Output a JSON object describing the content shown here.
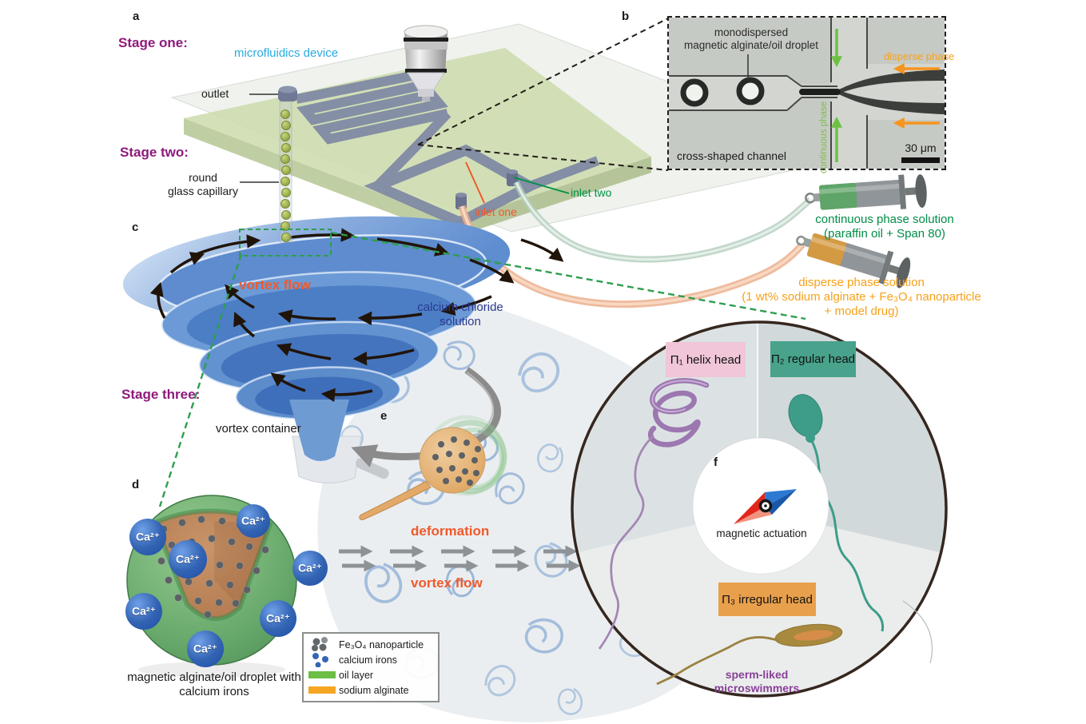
{
  "figure": {
    "panel_letters": {
      "a": "a",
      "b": "b",
      "c": "c",
      "d": "d",
      "e": "e",
      "f": "f"
    },
    "stage_one": "Stage one:",
    "stage_two": "Stage two:",
    "stage_three": "Stage three:"
  },
  "panel_a": {
    "device": "microfluidics device",
    "outlet": "outlet",
    "capillary_1": "round",
    "capillary_2": "glass capillary",
    "inlet_one": "inlet one",
    "inlet_two": "inlet two"
  },
  "panel_b": {
    "droplet_1": "monodispersed",
    "droplet_2": "magnetic alginate/oil droplet",
    "disperse_phase": "disperse phase",
    "continuous_phase": "continuous phase",
    "channel": "cross-shaped channel",
    "scale": "30 μm"
  },
  "solutions": {
    "continuous_1": "continuous phase solution",
    "continuous_2": "(paraffin oil + Span 80)",
    "disperse_1": "disperse phase solution",
    "disperse_2": "(1 wt% sodium alginate + Fe₃O₄ nanoparticle",
    "disperse_3": "+ model drug)"
  },
  "panel_c": {
    "vortex_flow": "vortex flow",
    "solution_1": "calcium chloride",
    "solution_2": "solution",
    "container": "vortex container"
  },
  "panel_d": {
    "ca_ion": "Ca²⁺",
    "caption_1": "magnetic alginate/oil droplet with",
    "caption_2": "calcium irons"
  },
  "legend": {
    "items": [
      {
        "label": "Fe₃O₄ nanoparticle"
      },
      {
        "label": "calcium irons"
      },
      {
        "label": "oil layer"
      },
      {
        "label": "sodium alginate"
      }
    ]
  },
  "panel_e": {
    "deformation": "deformation",
    "vortex_flow": "vortex flow"
  },
  "panel_f": {
    "helix": "Π₁ helix head",
    "regular": "Π₂ regular head",
    "irregular": "Π₃ irregular head",
    "actuation": "magnetic actuation",
    "swimmers_1": "sperm-liked",
    "swimmers_2": "microswimmers"
  },
  "colors": {
    "stage": "#8E1A7B",
    "device": "#29ABE2",
    "inlet_one": "#F1592A",
    "inlet_two": "#009247",
    "continuous": "#008C46",
    "disperse": "#F7A11A",
    "vortex_flow": "#F1592A",
    "calcium_solution": "#2B3990",
    "swimmers": "#8A3F98",
    "helix_box": "#F0C6D8",
    "regular_box": "#48A28C",
    "irregular_box": "#E9A04C",
    "oil_layer": "#6CBE45",
    "sodium_alginate": "#F5A623"
  }
}
